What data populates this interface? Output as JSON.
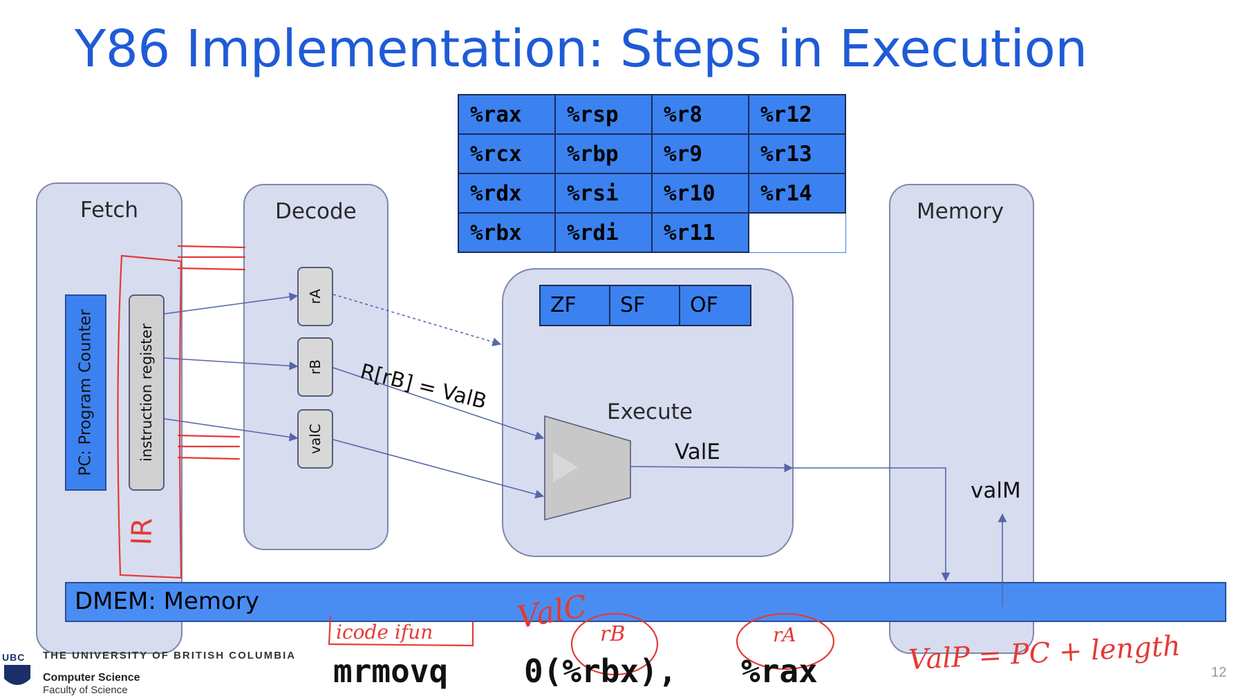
{
  "title": "Y86 Implementation: Steps in Execution",
  "registers": [
    [
      "%rax",
      "%rsp",
      "%r8",
      "%r12"
    ],
    [
      "%rcx",
      "%rbp",
      "%r9",
      "%r13"
    ],
    [
      "%rdx",
      "%rsi",
      "%r10",
      "%r14"
    ],
    [
      "%rbx",
      "%rdi",
      "%r11",
      ""
    ]
  ],
  "stages": {
    "fetch": "Fetch",
    "decode": "Decode",
    "execute": "Execute",
    "memory": "Memory"
  },
  "fetch": {
    "pc_label": "PC: Program Counter",
    "ir_label": "instruction register"
  },
  "decode": {
    "ra": "rA",
    "rb": "rB",
    "valc": "valC"
  },
  "flags": [
    "ZF",
    "SF",
    "OF"
  ],
  "labels": {
    "rb_eq": "R[rB] = ValB",
    "vale": "ValE",
    "valm": "valM"
  },
  "dmem_label": "DMEM: Memory",
  "instruction": {
    "opcode": "mrmovq",
    "operand1": "0(%rbx),",
    "operand2": "%rax"
  },
  "footer": {
    "university": "THE UNIVERSITY OF BRITISH COLUMBIA",
    "department": "Computer Science",
    "faculty": "Faculty of Science",
    "logo": "UBC",
    "page": "12"
  },
  "colors": {
    "title": "#1f5bd6",
    "stage_fill": "#d7dcef",
    "register_fill": "#3b82f0",
    "annotation": "#e53935",
    "wire": "#5566aa"
  },
  "handwriting": {
    "ir": "IR",
    "code": "icode ifun",
    "valc": "ValC",
    "rb": "rB",
    "ra": "rA",
    "valp": "ValP = PC + length"
  }
}
